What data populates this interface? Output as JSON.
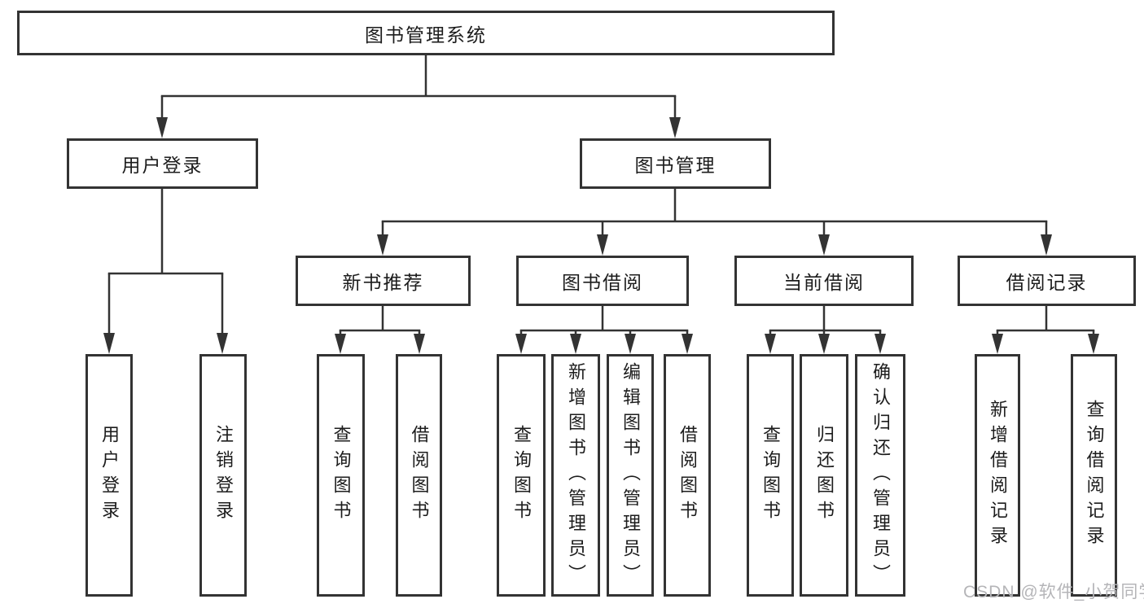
{
  "tree": {
    "root": {
      "label": "图书管理系统"
    },
    "branches": [
      {
        "label": "用户登录",
        "children": [
          {
            "label": "用户登录"
          },
          {
            "label": "注销登录"
          }
        ]
      },
      {
        "label": "图书管理",
        "children": [
          {
            "label": "新书推荐",
            "children": [
              {
                "label": "查询图书"
              },
              {
                "label": "借阅图书"
              }
            ]
          },
          {
            "label": "图书借阅",
            "children": [
              {
                "label": "查询图书"
              },
              {
                "label": "新增图书（管理员）"
              },
              {
                "label": "编辑图书（管理员）"
              },
              {
                "label": "借阅图书"
              }
            ]
          },
          {
            "label": "当前借阅",
            "children": [
              {
                "label": "查询图书"
              },
              {
                "label": "归还图书"
              },
              {
                "label": "确认归还（管理员）"
              }
            ]
          },
          {
            "label": "借阅记录",
            "children": [
              {
                "label": "新增借阅记录"
              },
              {
                "label": "查询借阅记录"
              }
            ]
          }
        ]
      }
    ]
  },
  "watermark": {
    "text": "CSDN @软件_小贺同学"
  },
  "colors": {
    "line": "#333333",
    "box_border": "#333333",
    "text": "#1c1c1c",
    "watermark": "#b5b5b8",
    "background": "#ffffff"
  }
}
